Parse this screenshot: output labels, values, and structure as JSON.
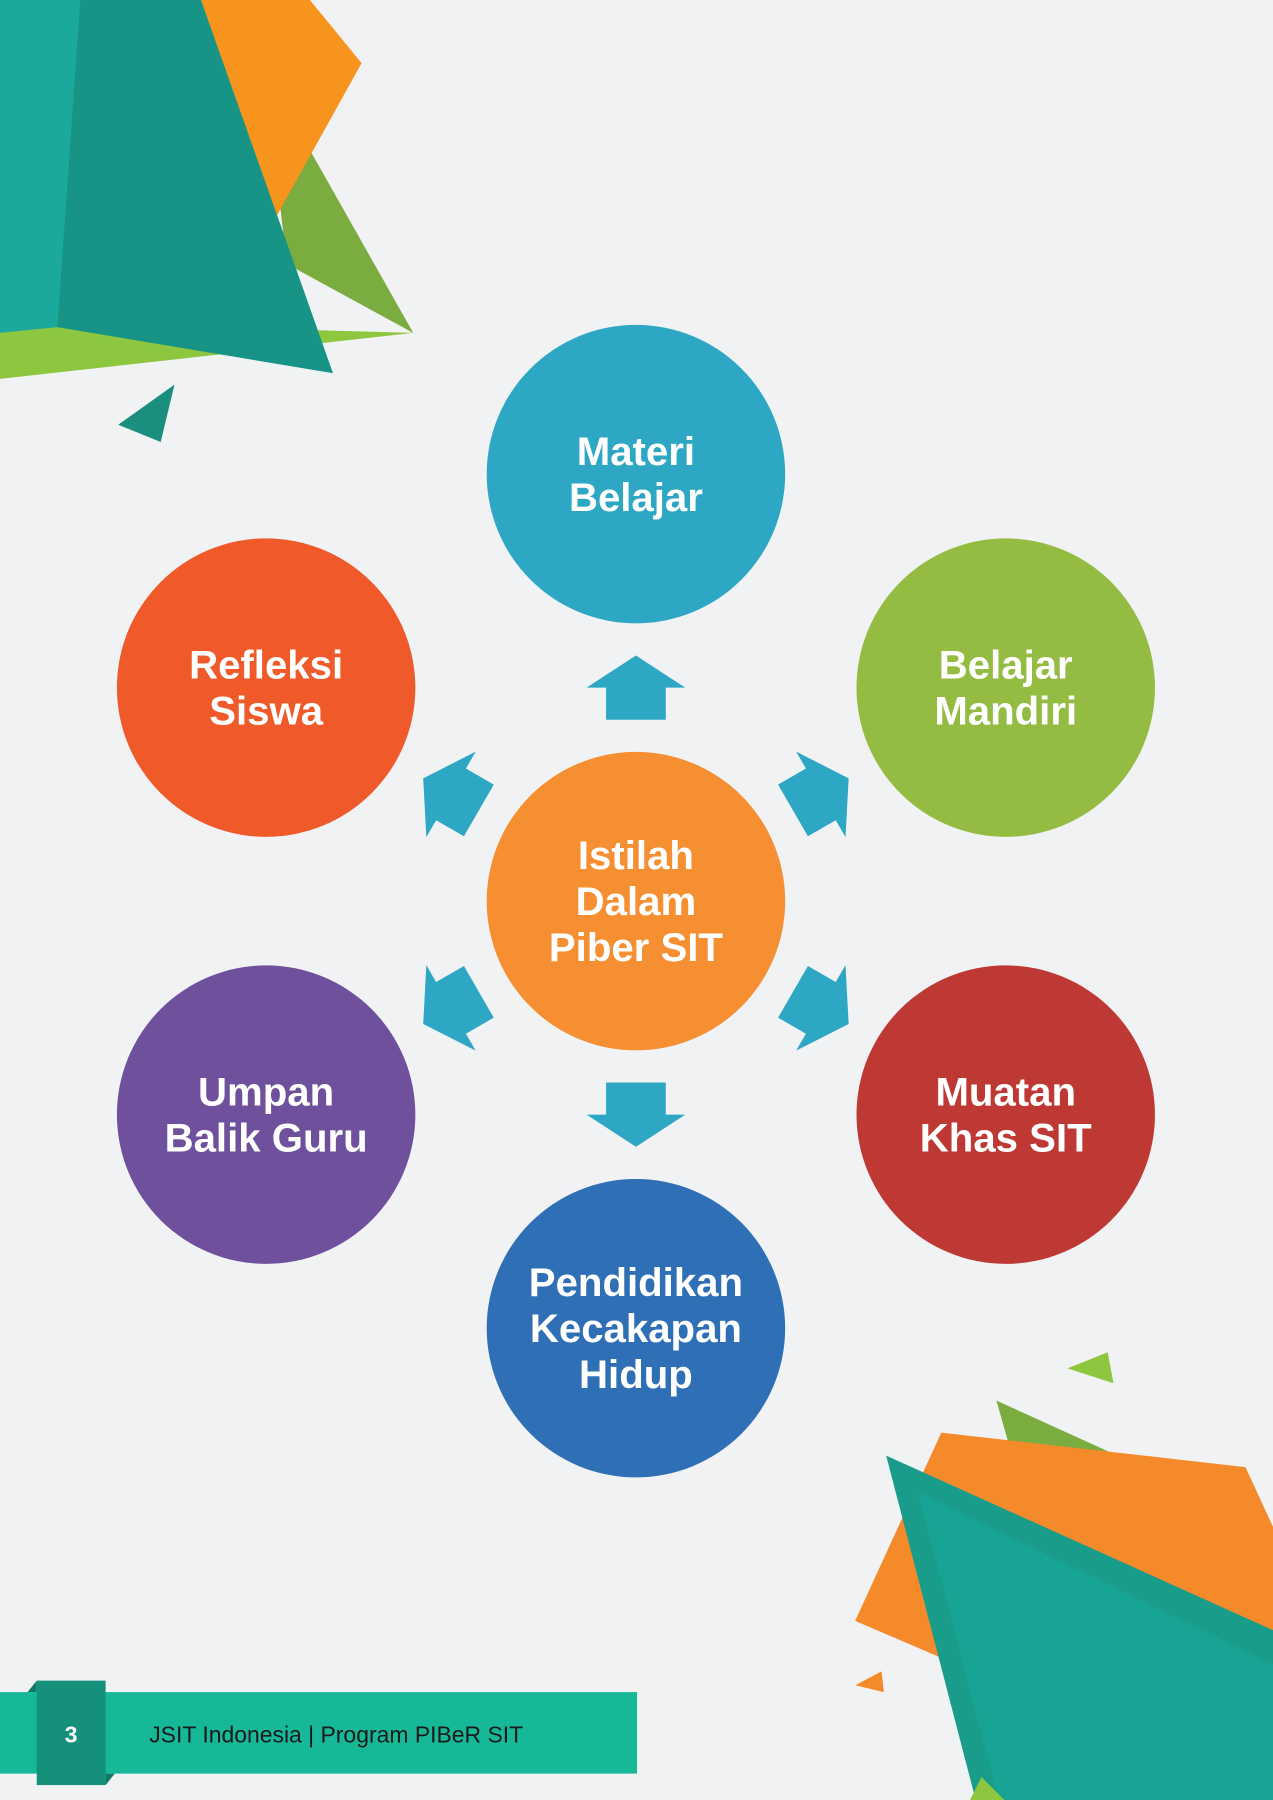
{
  "center": {
    "lines": [
      "Istilah",
      "Dalam",
      "Piber SIT"
    ],
    "color": "#f68e32"
  },
  "nodes": [
    {
      "lines": [
        "Materi",
        "Belajar"
      ],
      "color": "#2ea7c4"
    },
    {
      "lines": [
        "Belajar",
        "Mandiri"
      ],
      "color": "#94bb42"
    },
    {
      "lines": [
        "Muatan",
        "Khas SIT"
      ],
      "color": "#be3934"
    },
    {
      "lines": [
        "Pendidikan",
        "Kecakapan",
        "Hidup"
      ],
      "color": "#2f6fb5"
    },
    {
      "lines": [
        "Umpan",
        "Balik Guru"
      ],
      "color": "#6f509d"
    },
    {
      "lines": [
        "Refleksi",
        "Siswa"
      ],
      "color": "#f05a2a"
    }
  ],
  "arrow_color": "#2ea7c4",
  "footer": {
    "page_number": "3",
    "text": "JSIT Indonesia | Program PIBeR SIT",
    "band_color": "#16b897",
    "box_color": "#15907a"
  }
}
